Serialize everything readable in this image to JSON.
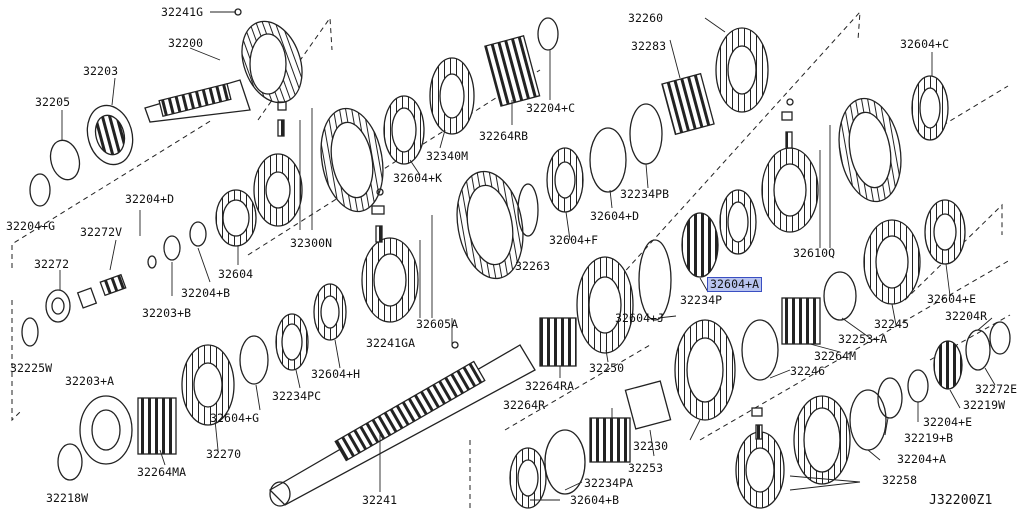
{
  "diagram": {
    "code": "J32200Z1",
    "highlight_color": "#3a4fc2",
    "highlighted_label": "32604+A",
    "labels": [
      "32241G",
      "32200",
      "32203",
      "32205",
      "32204+G",
      "32204+D",
      "32272V",
      "32272",
      "32203+B",
      "32204+B",
      "32225W",
      "32203+A",
      "32218W",
      "32264MA",
      "32270",
      "32604+G",
      "32234PC",
      "32604+H",
      "32241GA",
      "32241",
      "32300N",
      "32604",
      "32605A",
      "32604+K",
      "32340M",
      "32264RB",
      "32204+C",
      "32260",
      "32283",
      "32234PB",
      "32604+D",
      "32604+F",
      "32263",
      "32604+C",
      "32610Q",
      "32604+A",
      "32234P",
      "32604+J",
      "32250",
      "32264RA",
      "32264R",
      "32253",
      "32230",
      "32246",
      "32264M",
      "32253+A",
      "32245",
      "32604+E",
      "32204R",
      "32272E",
      "32219W",
      "32204+E",
      "32219+B",
      "32204+A",
      "32258",
      "32234PA",
      "32604+B"
    ]
  }
}
